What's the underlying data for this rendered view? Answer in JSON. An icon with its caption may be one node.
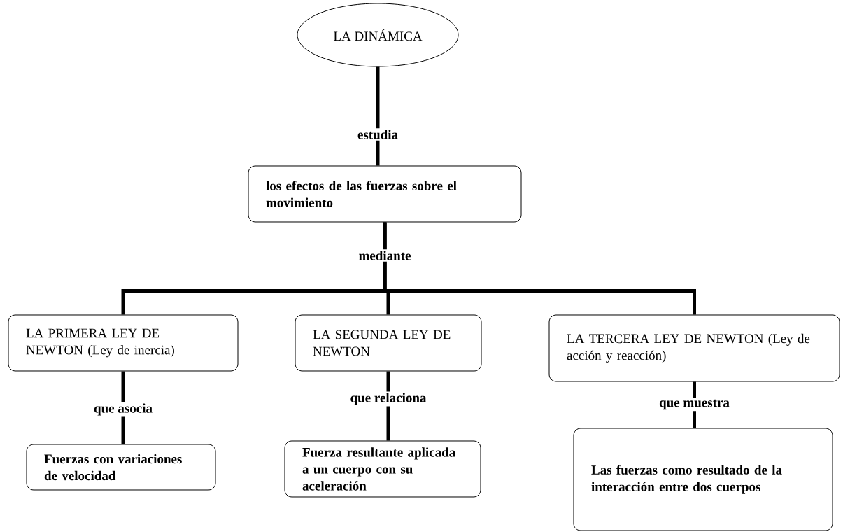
{
  "diagram": {
    "nodes": [
      {
        "text": [
          "LA DINÁMICA"
        ]
      },
      {
        "text": [
          "los efectos de las fuerzas sobre el movimiento"
        ]
      },
      {
        "text": [
          "LA PRIMERA LEY DE NEWTON (Ley de inercia)"
        ]
      },
      {
        "text": [
          "LA SEGUNDA LEY DE NEWTON"
        ]
      },
      {
        "text": [
          "LA TERCERA LEY DE NEWTON (Ley de acción y reacción)"
        ]
      },
      {
        "text": [
          "Fuerzas con variaciones de velocidad"
        ]
      },
      {
        "text": [
          "Fuerza resultante aplicada a un cuerpo con su aceleración"
        ]
      },
      {
        "text": [
          "Las fuerzas como resultado de la interacción entre dos cuerpos"
        ]
      }
    ],
    "edges": [
      {
        "from": 0,
        "to": 1,
        "arrow": "none",
        "label": "estudia"
      },
      {
        "from": 1,
        "to": 2,
        "arrow": "none"
      },
      {
        "from": 1,
        "to": 3,
        "arrow": "none",
        "label": "mediante"
      },
      {
        "from": 1,
        "to": 4,
        "arrow": "none"
      },
      {
        "from": 2,
        "to": 5,
        "arrow": "none",
        "label": "que asocia"
      },
      {
        "from": 3,
        "to": 6,
        "arrow": "none",
        "label": "que relaciona"
      },
      {
        "from": 4,
        "to": 7,
        "arrow": "none",
        "label": "que muestra"
      }
    ]
  }
}
